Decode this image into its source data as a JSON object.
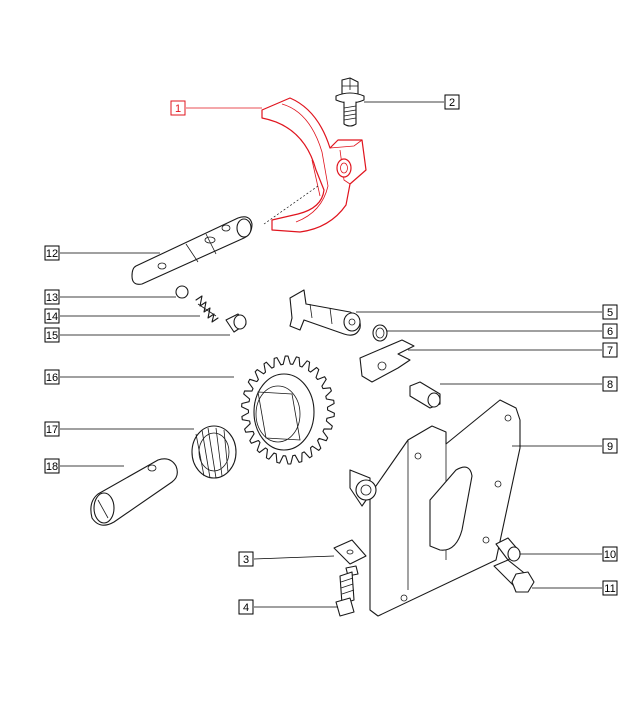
{
  "diagram": {
    "highlight_color": "#e0141e",
    "line_color": "#000000",
    "selected_callout": "1",
    "callouts": [
      {
        "id": "c1",
        "label": "1"
      },
      {
        "id": "c2",
        "label": "2"
      },
      {
        "id": "c3",
        "label": "3"
      },
      {
        "id": "c4",
        "label": "4"
      },
      {
        "id": "c5",
        "label": "5"
      },
      {
        "id": "c6",
        "label": "6"
      },
      {
        "id": "c7",
        "label": "7"
      },
      {
        "id": "c8",
        "label": "8"
      },
      {
        "id": "c9",
        "label": "9"
      },
      {
        "id": "c10",
        "label": "10"
      },
      {
        "id": "c11",
        "label": "11"
      },
      {
        "id": "c12",
        "label": "12"
      },
      {
        "id": "c13",
        "label": "13"
      },
      {
        "id": "c14",
        "label": "14"
      },
      {
        "id": "c15",
        "label": "15"
      },
      {
        "id": "c16",
        "label": "16"
      },
      {
        "id": "c17",
        "label": "17"
      },
      {
        "id": "c18",
        "label": "18"
      }
    ]
  }
}
